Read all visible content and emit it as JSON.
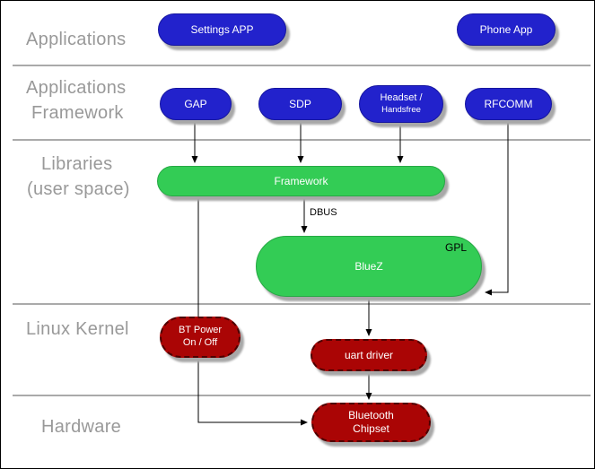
{
  "layers": {
    "applications": {
      "label": "Applications"
    },
    "applications_framework": {
      "line1": "Applications",
      "line2": "Framework"
    },
    "libraries": {
      "line1": "Libraries",
      "line2": "(user space)"
    },
    "linux_kernel": {
      "label": "Linux Kernel"
    },
    "hardware": {
      "label": "Hardware"
    }
  },
  "nodes": {
    "settings_app": {
      "label": "Settings APP"
    },
    "phone_app": {
      "label": "Phone App"
    },
    "gap": {
      "label": "GAP"
    },
    "sdp": {
      "label": "SDP"
    },
    "headset": {
      "line1": "Headset /",
      "line2": "Handsfree"
    },
    "rfcomm": {
      "label": "RFCOMM"
    },
    "framework": {
      "label": "Framework"
    },
    "bluez": {
      "label": "BlueZ",
      "license": "GPL"
    },
    "bt_power": {
      "line1": "BT Power",
      "line2": "On / Off"
    },
    "uart_driver": {
      "label": "uart driver"
    },
    "bluetooth_chipset": {
      "line1": "Bluetooth",
      "line2": "Chipset"
    }
  },
  "edge_labels": {
    "dbus": "DBUS"
  },
  "colors": {
    "app_node": "#2222cc",
    "library_node": "#33cc55",
    "kernel_node": "#aa0505",
    "layer_label": "#999999"
  }
}
